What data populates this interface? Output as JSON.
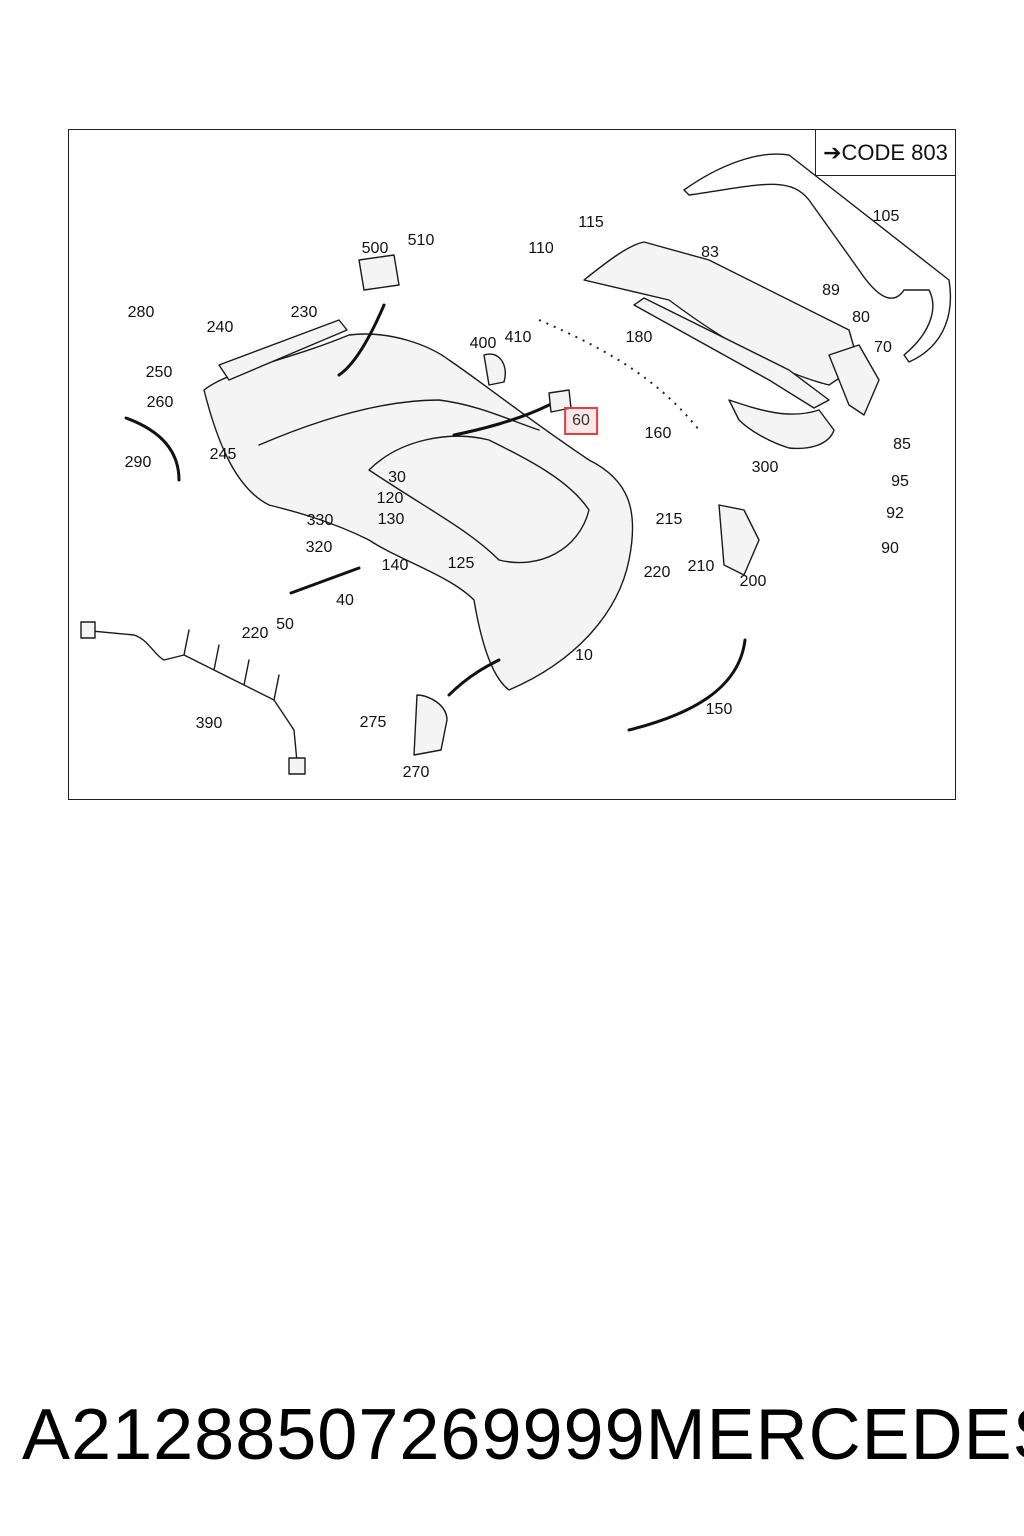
{
  "diagram": {
    "code": "➔CODE 803",
    "labels": {
      "p10": "10",
      "p30": "30",
      "p40": "40",
      "p50": "50",
      "p60": "60",
      "p70": "70",
      "p80": "80",
      "p83": "83",
      "p85": "85",
      "p89": "89",
      "p90": "90",
      "p92": "92",
      "p95": "95",
      "p105": "105",
      "p110": "110",
      "p115": "115",
      "p120": "120",
      "p125": "125",
      "p130": "130",
      "p140": "140",
      "p150": "150",
      "p160": "160",
      "p180": "180",
      "p200": "200",
      "p210": "210",
      "p215": "215",
      "p220a": "220",
      "p220b": "220",
      "p230": "230",
      "p240": "240",
      "p245": "245",
      "p250": "250",
      "p260": "260",
      "p270": "270",
      "p275": "275",
      "p280": "280",
      "p290": "290",
      "p300": "300",
      "p320": "320",
      "p330": "330",
      "p390": "390",
      "p400": "400",
      "p410": "410",
      "p500": "500",
      "p510": "510"
    },
    "highlighted_part": "60"
  },
  "caption": {
    "part_number": "A21288507269999",
    "brand": "MERCEDES"
  }
}
